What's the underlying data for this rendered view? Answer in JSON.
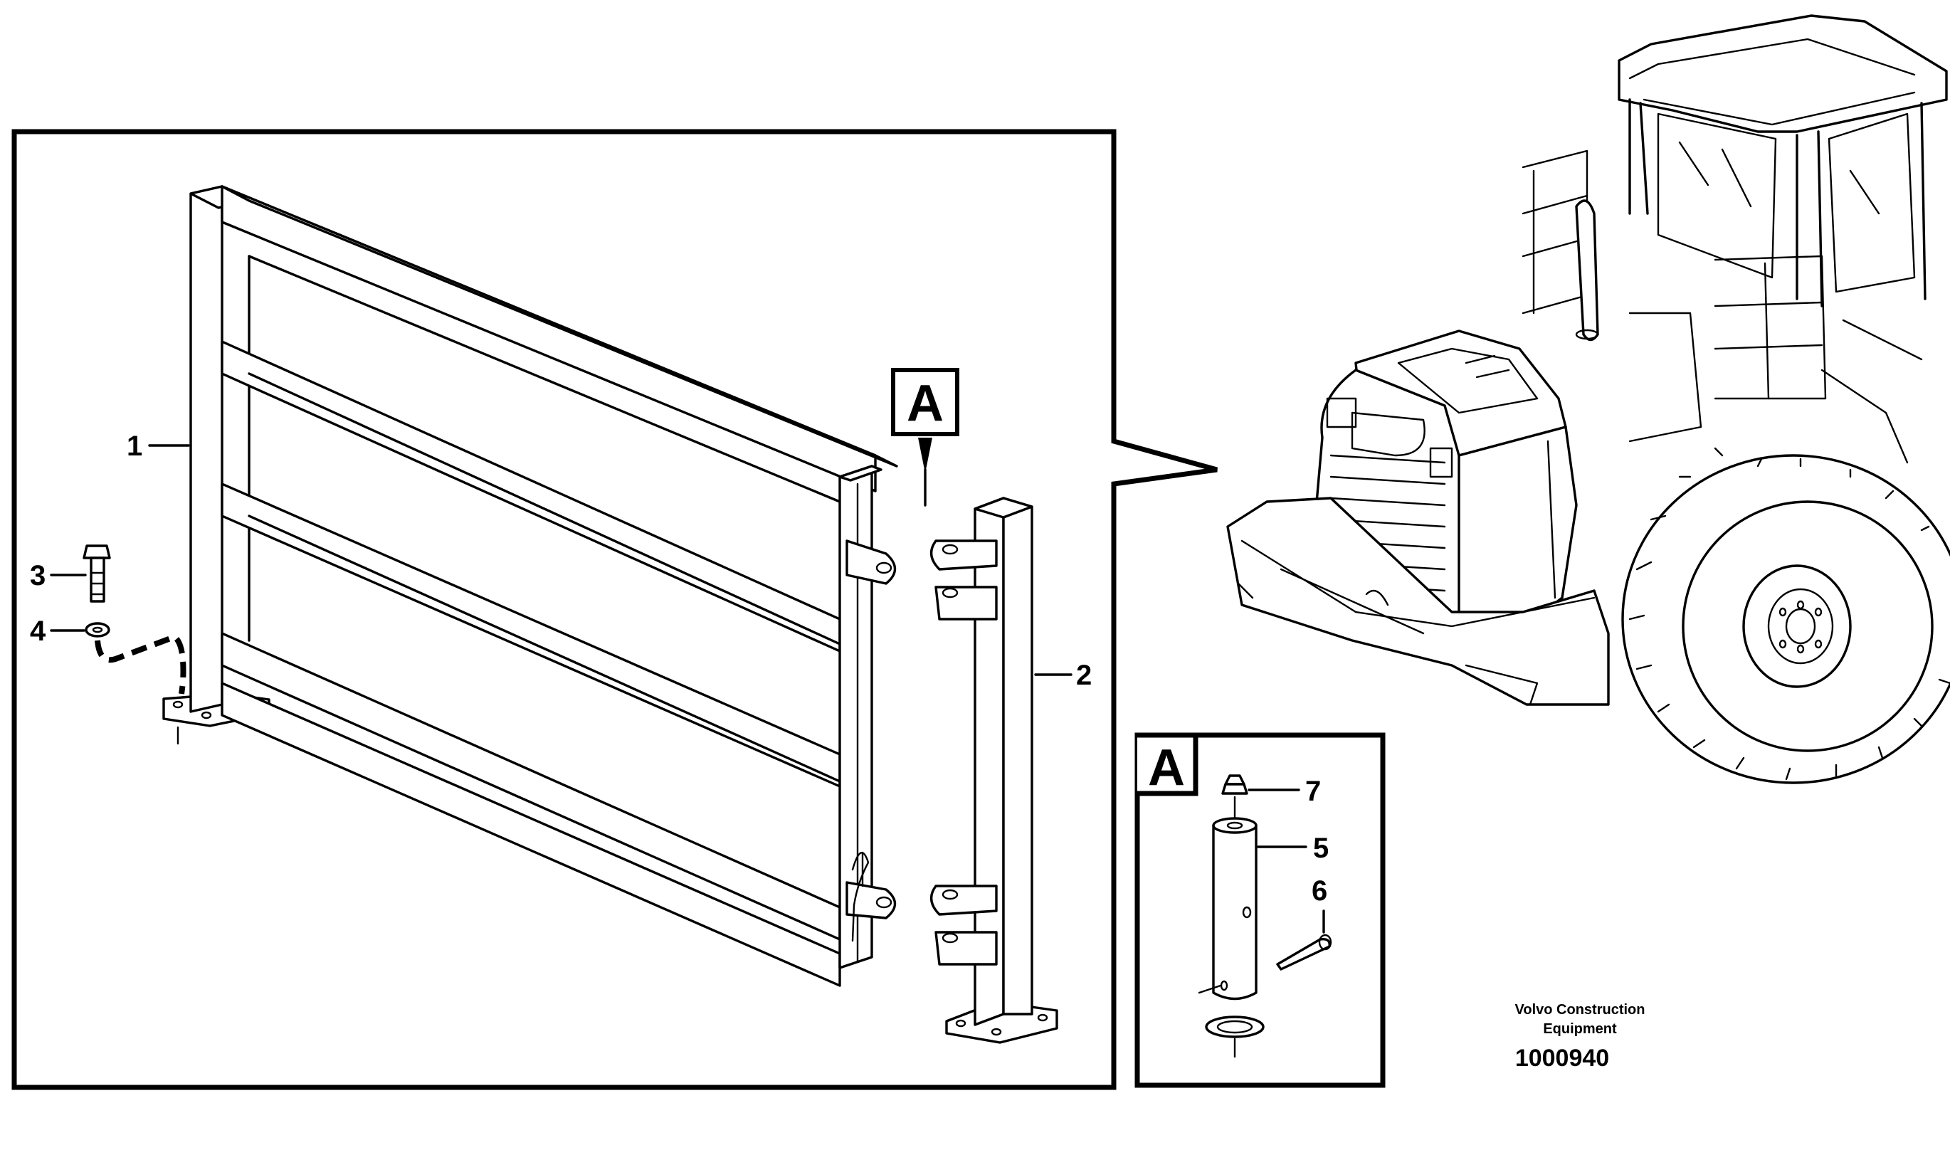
{
  "detail_label": "A",
  "inset_label": "A",
  "callouts": {
    "c1": "1",
    "c2": "2",
    "c3": "3",
    "c4": "4",
    "c5": "5",
    "c6": "6",
    "c7": "7"
  },
  "footer": {
    "company_line1": "Volvo Construction",
    "company_line2": "Equipment",
    "doc_number": "1000940"
  }
}
